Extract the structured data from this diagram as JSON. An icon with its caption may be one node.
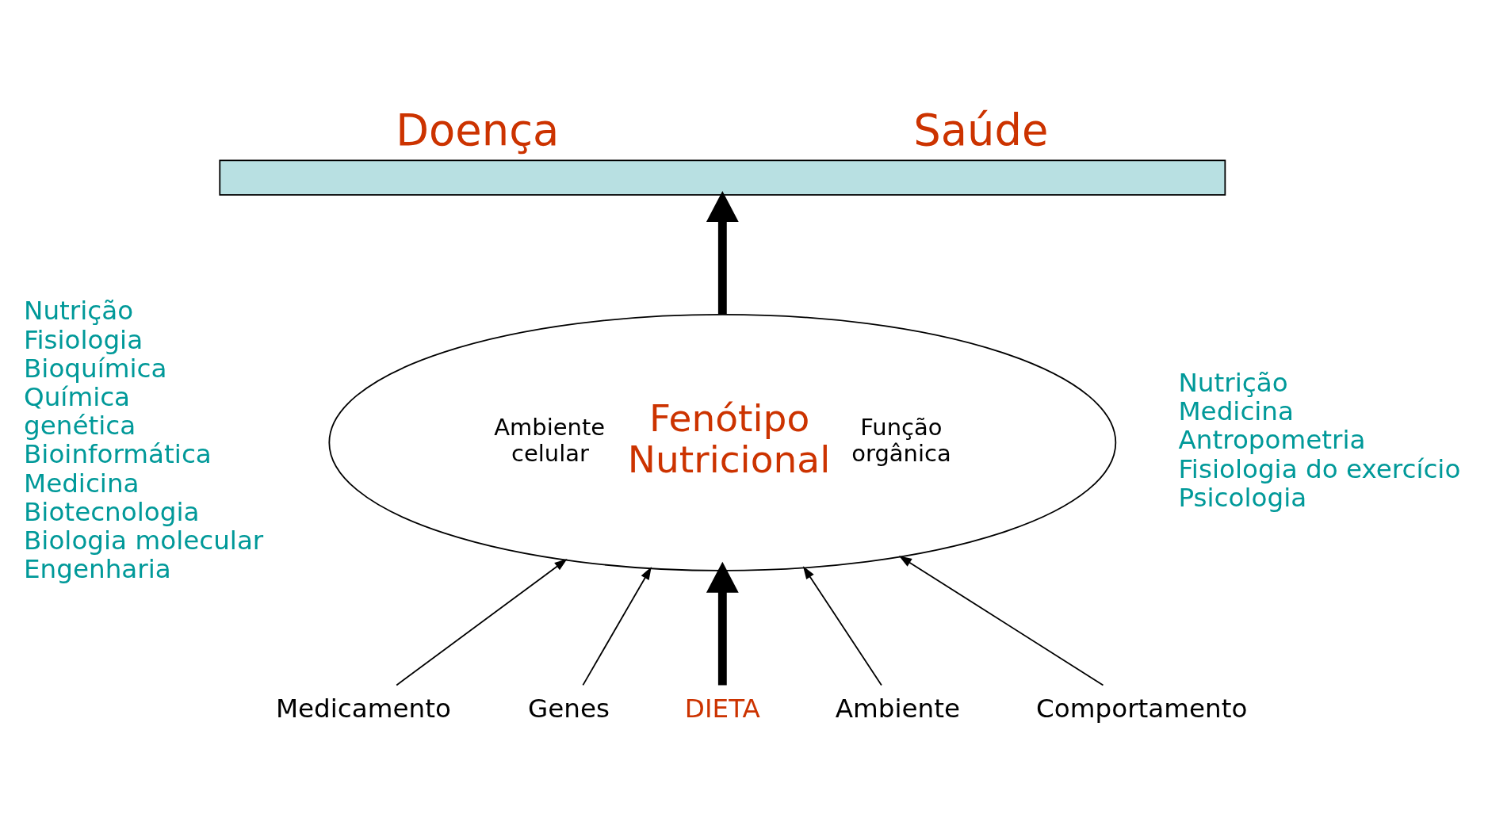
{
  "diagram": {
    "nodes": [
      {
        "text": [
          "Doença",
          "Saúde"
        ]
      },
      {
        "text": [
          "Ambiente celular",
          "Fenótipo Nutricional",
          "Função orgânica"
        ]
      },
      {
        "text": [
          "Medicamento"
        ]
      },
      {
        "text": [
          "Genes"
        ]
      },
      {
        "text": [
          "DIETA"
        ]
      },
      {
        "text": [
          "Ambiente"
        ]
      },
      {
        "text": [
          "Comportamento"
        ]
      }
    ],
    "edges": [
      {
        "from": 1,
        "to": 0,
        "arrow": "to",
        "style": "thick"
      },
      {
        "from": 2,
        "to": 1,
        "arrow": "to"
      },
      {
        "from": 6,
        "to": 1,
        "arrow": "to"
      },
      {
        "from": 3,
        "to": 1,
        "arrow": "to"
      },
      {
        "from": 4,
        "to": 1,
        "arrow": "to",
        "style": "thick"
      },
      {
        "from": 5,
        "to": 1,
        "arrow": "to"
      }
    ],
    "labels": [
      "Nutrição",
      "Medicina",
      "Antropometria",
      "Fisiologia do exercício",
      "Psicologia",
      "Nutrição",
      "Fisiologia",
      "Bioquímica",
      "Química",
      "genética",
      "Bioinformática",
      "Medicina",
      "Biotecnologia",
      "Biologia molecular",
      "Engenharia"
    ]
  }
}
